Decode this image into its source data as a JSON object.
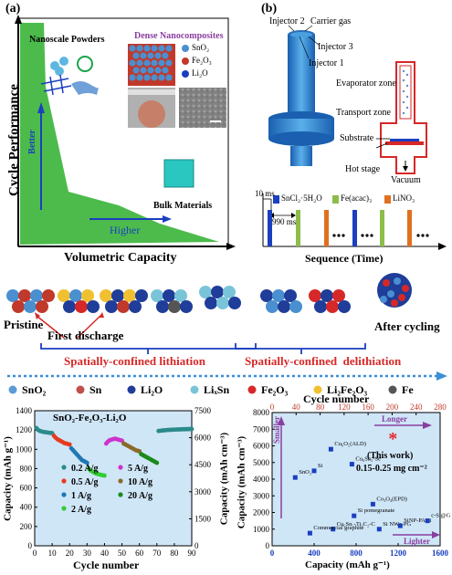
{
  "panel_a": {
    "label": "(a)",
    "y_axis": "Cycle Performance",
    "x_axis": "Volumetric Capacity",
    "better": "Better",
    "higher": "Higher",
    "nanoscale": "Nanoscale Powders",
    "dense": "Dense Nanocomposites",
    "legend": [
      "SnO₂",
      "Fe₂O₃",
      "Li₂O"
    ],
    "bulk": "Bulk Materials"
  },
  "panel_b": {
    "label": "(b)",
    "injector2": "Injector 2",
    "carrier_gas": "Carrier gas",
    "injector3": "Injector 3",
    "injector1": "Injector 1",
    "evaporator": "Evaporator zone",
    "transport": "Transport zone",
    "substrate": "Substrate",
    "hot_stage": "Hot stage",
    "vacuum": "Vacuum",
    "t10": "10 ms",
    "t990": "990 ms",
    "legend": [
      "SnCl₂·5H₂O",
      "Fe(acac)₃",
      "LiNO₃"
    ],
    "sequence": "Sequence (Time)"
  },
  "mechanism": {
    "pristine": "Pristine",
    "first_discharge": "First discharge",
    "after_cycling": "After cycling",
    "lithiation": "Spatially-confined lithiation",
    "delithiation": "Spatially-confined  delithiation",
    "legend": [
      "SnO₂",
      "Sn",
      "Li₂O",
      "LiₓSn",
      "Fe₂O₃",
      "Li₂Fe₂O₃",
      "Fe"
    ],
    "legend_colors": [
      "#5b9bd5",
      "#c0504d",
      "#1f3d99",
      "#7ac4d9",
      "#d62828",
      "#f0c030",
      "#555555"
    ]
  },
  "chart_data": [
    {
      "type": "scatter",
      "title": "SnO₂-Fe₂O₃-Li₂O",
      "xlabel": "Cycle number",
      "ylabel": "Capacity (mAh g⁻¹)",
      "ylabel_right": "Capacity (mAh cm⁻³)",
      "xlim": [
        0,
        90
      ],
      "ylim": [
        0,
        1400
      ],
      "ylim_right": [
        0,
        7500
      ],
      "xticks": [
        "0",
        "10",
        "20",
        "30",
        "40",
        "50",
        "60",
        "70",
        "80",
        "90"
      ],
      "yticks": [
        "0",
        "200",
        "400",
        "600",
        "800",
        "1000",
        "1200",
        "1400"
      ],
      "yticks_right": [
        "0",
        "1500",
        "3000",
        "4500",
        "6000",
        "7500"
      ],
      "series": [
        {
          "name": "0.2 A/g",
          "color": "#2a8a8a",
          "x": [
            1,
            2,
            3,
            4,
            5,
            6,
            7,
            8,
            9,
            10
          ],
          "y": [
            1220,
            1200,
            1190,
            1185,
            1180,
            1178,
            1175,
            1172,
            1170,
            1168
          ]
        },
        {
          "name": "0.5 A/g",
          "color": "#e63a1e",
          "x": [
            11,
            12,
            13,
            14,
            15,
            16,
            17,
            18,
            19,
            20
          ],
          "y": [
            1140,
            1120,
            1105,
            1095,
            1085,
            1075,
            1065,
            1060,
            1055,
            1050
          ]
        },
        {
          "name": "1 A/g",
          "color": "#1f77b4",
          "x": [
            21,
            22,
            23,
            24,
            25,
            26,
            27,
            28,
            29,
            30
          ],
          "y": [
            1010,
            990,
            970,
            950,
            930,
            910,
            890,
            880,
            870,
            860
          ]
        },
        {
          "name": "2 A/g",
          "color": "#33cc33",
          "x": [
            31,
            32,
            33,
            34,
            35,
            36,
            37,
            38,
            39,
            40
          ],
          "y": [
            800,
            780,
            770,
            760,
            750,
            745,
            740,
            735,
            730,
            728
          ]
        },
        {
          "name": "5 A/g",
          "color": "#cc33cc",
          "x": [
            41,
            42,
            43,
            44,
            45,
            46,
            47,
            48,
            49,
            50
          ],
          "y": [
            1060,
            1080,
            1095,
            1100,
            1105,
            1110,
            1105,
            1100,
            1095,
            1090
          ]
        },
        {
          "name": "10 A/g",
          "color": "#8a6a2a",
          "x": [
            51,
            52,
            53,
            54,
            55,
            56,
            57,
            58,
            59,
            60
          ],
          "y": [
            1060,
            1050,
            1040,
            1030,
            1020,
            1010,
            1000,
            990,
            985,
            980
          ]
        },
        {
          "name": "20 A/g",
          "color": "#1a8a1a",
          "x": [
            61,
            62,
            63,
            64,
            65,
            66,
            67,
            68,
            69,
            70
          ],
          "y": [
            950,
            940,
            930,
            920,
            910,
            900,
            890,
            880,
            870,
            860
          ]
        },
        {
          "name": "",
          "color": "#2a8a8a",
          "x": [
            71,
            72,
            73,
            74,
            75,
            76,
            77,
            78,
            79,
            80,
            81,
            82,
            83,
            84,
            85,
            86,
            87,
            88,
            89,
            90
          ],
          "y": [
            1190,
            1192,
            1195,
            1196,
            1198,
            1200,
            1201,
            1202,
            1203,
            1204,
            1205,
            1206,
            1206,
            1207,
            1208,
            1208,
            1209,
            1209,
            1210,
            1210
          ]
        }
      ]
    },
    {
      "type": "scatter",
      "title": "",
      "xlabel": "Capacity (mAh g⁻¹)",
      "xlabel_top": "Cycle number",
      "ylabel": "Capacity (mAh cm⁻³)",
      "xlim": [
        0,
        1600
      ],
      "xlim_top": [
        0,
        280
      ],
      "ylim": [
        0,
        8000
      ],
      "xticks": [
        "0",
        "400",
        "800",
        "1200",
        "1600"
      ],
      "xticks_top": [
        "0",
        "40",
        "80",
        "120",
        "160",
        "200",
        "240",
        "280"
      ],
      "yticks": [
        "0",
        "1000",
        "2000",
        "3000",
        "4000",
        "5000",
        "6000",
        "7000",
        "8000"
      ],
      "smaller": "Smaller",
      "longer": "Longer",
      "lighter": "Lighter",
      "this_work": "(This work)",
      "loading": "0.15-0.25 mg cm⁻²",
      "points": [
        {
          "label": "Cu₆O₅(ALD)",
          "x": 560,
          "y": 5800
        },
        {
          "label": "Cu₆Sn₅-Se",
          "x": 760,
          "y": 4900
        },
        {
          "label": "SnO₂",
          "x": 220,
          "y": 4100
        },
        {
          "label": "Si",
          "x": 400,
          "y": 4500
        },
        {
          "label": "Co₃O₄(EPD)",
          "x": 960,
          "y": 2500
        },
        {
          "label": "Si pomegranate",
          "x": 780,
          "y": 1800
        },
        {
          "label": "Cu₆Sn₅-Ti₃C₂-C",
          "x": 580,
          "y": 1000
        },
        {
          "label": "Si NWs-PG",
          "x": 1020,
          "y": 1000
        },
        {
          "label": "SiNP-PANi",
          "x": 1220,
          "y": 1200
        },
        {
          "label": "c-Si@G NW",
          "x": 1480,
          "y": 1500
        },
        {
          "label": "Commercial graphite",
          "x": 360,
          "y": 760
        }
      ],
      "this_work_point": {
        "x": 1150,
        "y": 6400
      }
    }
  ]
}
